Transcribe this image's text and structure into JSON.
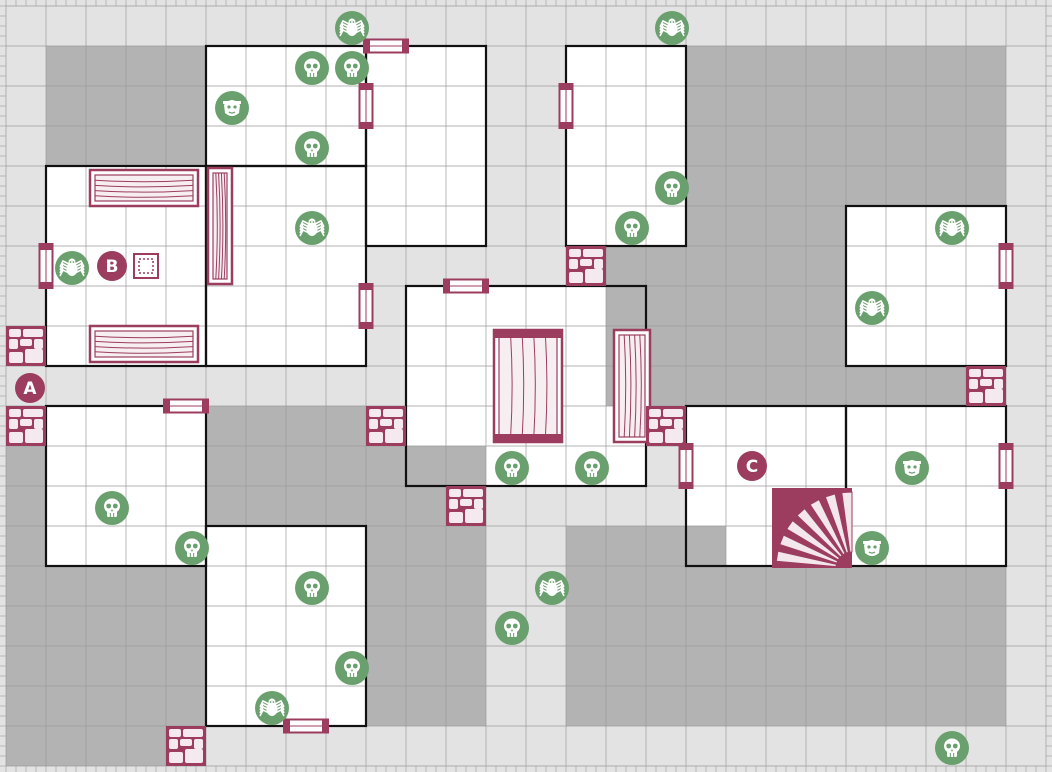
{
  "map": {
    "title": "",
    "cols": 26,
    "rows": 19,
    "colors": {
      "corridor": "#e3e3e3",
      "grid": "#9a9a9a",
      "room": "#ffffff",
      "blocked": "#b3b3b3",
      "wall": "#111111",
      "accent": "#9c3d5f",
      "monster": "#6a9f6e",
      "icon": "#ffffff"
    },
    "rooms": [
      {
        "id": "r1",
        "c": 5,
        "r": 1,
        "w": 4,
        "h": 3
      },
      {
        "id": "r2",
        "c": 9,
        "r": 1,
        "w": 3,
        "h": 5
      },
      {
        "id": "r3",
        "c": 14,
        "r": 1,
        "w": 3,
        "h": 5
      },
      {
        "id": "r4",
        "c": 1,
        "r": 4,
        "w": 4,
        "h": 5
      },
      {
        "id": "r5",
        "c": 5,
        "r": 4,
        "w": 4,
        "h": 5
      },
      {
        "id": "r6",
        "c": 21,
        "r": 5,
        "w": 4,
        "h": 4
      },
      {
        "id": "r7",
        "c": 10,
        "r": 7,
        "w": 6,
        "h": 5
      },
      {
        "id": "r8",
        "c": 1,
        "r": 10,
        "w": 4,
        "h": 4
      },
      {
        "id": "r9",
        "c": 17,
        "r": 10,
        "w": 4,
        "h": 4
      },
      {
        "id": "r10",
        "c": 21,
        "r": 10,
        "w": 4,
        "h": 4
      },
      {
        "id": "r11",
        "c": 5,
        "r": 13,
        "w": 4,
        "h": 5
      }
    ],
    "blocked": [
      {
        "c": 1,
        "r": 1,
        "w": 4,
        "h": 3
      },
      {
        "c": 17,
        "r": 1,
        "w": 4,
        "h": 4
      },
      {
        "c": 21,
        "r": 1,
        "w": 4,
        "h": 4
      },
      {
        "c": 17,
        "r": 5,
        "w": 4,
        "h": 4
      },
      {
        "c": 15,
        "r": 6,
        "w": 2,
        "h": 4
      },
      {
        "c": 16,
        "r": 9,
        "w": 9,
        "h": 1
      },
      {
        "c": 5,
        "r": 10,
        "w": 2,
        "h": 3
      },
      {
        "c": 7,
        "r": 10,
        "w": 2,
        "h": 3
      },
      {
        "c": 9,
        "r": 11,
        "w": 3,
        "h": 2
      },
      {
        "c": 0,
        "r": 11,
        "w": 1,
        "h": 8
      },
      {
        "c": 1,
        "r": 14,
        "w": 4,
        "h": 4
      },
      {
        "c": 9,
        "r": 13,
        "w": 3,
        "h": 5
      },
      {
        "c": 14,
        "r": 13,
        "w": 4,
        "h": 5
      },
      {
        "c": 18,
        "r": 14,
        "w": 3,
        "h": 4
      },
      {
        "c": 21,
        "r": 14,
        "w": 4,
        "h": 4
      },
      {
        "c": 1,
        "r": 18,
        "w": 3,
        "h": 1
      }
    ],
    "doors": [
      {
        "c": 9.5,
        "r": 1,
        "o": "h"
      },
      {
        "c": 9,
        "r": 2.5,
        "o": "v"
      },
      {
        "c": 9,
        "r": 7.5,
        "o": "v"
      },
      {
        "c": 14,
        "r": 2.5,
        "o": "v"
      },
      {
        "c": 1,
        "r": 6.5,
        "o": "v"
      },
      {
        "c": 11.5,
        "r": 7,
        "o": "h"
      },
      {
        "c": 4.5,
        "r": 10,
        "o": "h"
      },
      {
        "c": 25,
        "r": 6.5,
        "o": "v"
      },
      {
        "c": 17,
        "r": 11.5,
        "o": "v"
      },
      {
        "c": 25,
        "r": 11.5,
        "o": "v"
      },
      {
        "c": 7.5,
        "r": 18,
        "o": "h"
      }
    ],
    "rubble": [
      {
        "c": 0,
        "r": 8
      },
      {
        "c": 0,
        "r": 10
      },
      {
        "c": 9,
        "r": 10
      },
      {
        "c": 14,
        "r": 6
      },
      {
        "c": 16,
        "r": 10
      },
      {
        "c": 24,
        "r": 9
      },
      {
        "c": 11,
        "r": 12
      },
      {
        "c": 4,
        "r": 18
      }
    ],
    "furniture": [
      {
        "type": "table-h",
        "c": 2.1,
        "r": 4.1,
        "w": 2.7,
        "h": 0.9
      },
      {
        "type": "table-h",
        "c": 2.1,
        "r": 8.0,
        "w": 2.7,
        "h": 0.9
      },
      {
        "type": "rack-v",
        "c": 5.05,
        "r": 4.05,
        "w": 0.6,
        "h": 2.9
      },
      {
        "type": "crate",
        "c": 12.2,
        "r": 8.1,
        "w": 1.7,
        "h": 2.8
      },
      {
        "type": "bench-v",
        "c": 15.2,
        "r": 8.1,
        "w": 0.9,
        "h": 2.8
      },
      {
        "type": "chest",
        "c": 3.2,
        "r": 6.2,
        "w": 0.6,
        "h": 0.6
      },
      {
        "type": "stairs",
        "c": 19.15,
        "r": 12.05,
        "w": 2,
        "h": 2
      }
    ],
    "markers": [
      {
        "label": "A",
        "c": 0.6,
        "r": 9.55
      },
      {
        "label": "B",
        "c": 2.65,
        "r": 6.5
      },
      {
        "label": "C",
        "c": 18.65,
        "r": 11.5
      }
    ],
    "monsters": [
      {
        "icon": "spider-icon",
        "c": 8.65,
        "r": 0.55
      },
      {
        "icon": "skull-icon",
        "c": 7.65,
        "r": 1.55
      },
      {
        "icon": "skull-icon",
        "c": 8.65,
        "r": 1.55
      },
      {
        "icon": "orc-icon",
        "c": 5.65,
        "r": 2.55
      },
      {
        "icon": "skull-icon",
        "c": 7.65,
        "r": 3.55
      },
      {
        "icon": "spider-icon",
        "c": 7.65,
        "r": 5.55
      },
      {
        "icon": "spider-icon",
        "c": 1.65,
        "r": 6.55
      },
      {
        "icon": "spider-icon",
        "c": 16.65,
        "r": 0.55
      },
      {
        "icon": "skull-icon",
        "c": 16.65,
        "r": 4.55
      },
      {
        "icon": "skull-icon",
        "c": 15.65,
        "r": 5.55
      },
      {
        "icon": "spider-icon",
        "c": 23.65,
        "r": 5.55
      },
      {
        "icon": "spider-icon",
        "c": 21.65,
        "r": 7.55
      },
      {
        "icon": "skull-icon",
        "c": 12.65,
        "r": 11.55
      },
      {
        "icon": "skull-icon",
        "c": 14.65,
        "r": 11.55
      },
      {
        "icon": "orc-icon",
        "c": 22.65,
        "r": 11.55
      },
      {
        "icon": "orc-icon",
        "c": 21.65,
        "r": 13.55
      },
      {
        "icon": "skull-icon",
        "c": 2.65,
        "r": 12.55
      },
      {
        "icon": "skull-icon",
        "c": 4.65,
        "r": 13.55
      },
      {
        "icon": "spider-icon",
        "c": 13.65,
        "r": 14.55
      },
      {
        "icon": "skull-icon",
        "c": 12.65,
        "r": 15.55
      },
      {
        "icon": "skull-icon",
        "c": 7.65,
        "r": 14.55
      },
      {
        "icon": "skull-icon",
        "c": 8.65,
        "r": 16.55
      },
      {
        "icon": "spider-icon",
        "c": 6.65,
        "r": 17.55
      },
      {
        "icon": "skull-icon",
        "c": 23.65,
        "r": 18.55
      }
    ]
  }
}
